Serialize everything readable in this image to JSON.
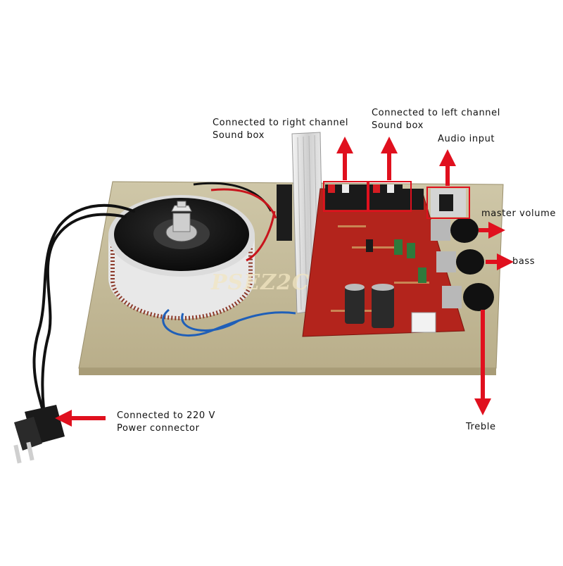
{
  "labels": {
    "right_channel_line1": "Connected to right channel",
    "right_channel_line2": "Sound box",
    "left_channel_line1": "Connected to left channel",
    "left_channel_line2": "Sound box",
    "audio_input": "Audio input",
    "master_volume": "master volume",
    "bass": "bass",
    "treble": "Treble",
    "power_line1": "Connected to 220 V",
    "power_line2": "Power connector"
  },
  "watermark": "PSEZ2C",
  "colors": {
    "arrow": "#e0101e",
    "board": "#c0c3a0",
    "pcb": "#b3241c",
    "heatsink": "#d9d9d9",
    "transformer_shell": "#e6e6e6",
    "transformer_winding": "#8c3a2a"
  }
}
